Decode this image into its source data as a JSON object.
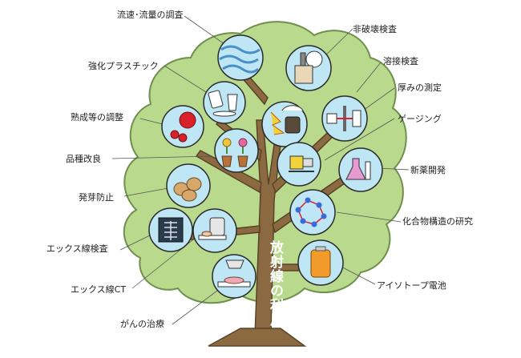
{
  "trunk_title": "放射線の利用",
  "labels": {
    "flow_survey": "流速･流量の調査",
    "reinforced_plastic": "強化プラスチック",
    "ripening_control": "熟成等の調整",
    "variety_improvement": "品種改良",
    "sprout_prevention": "発芽防止",
    "xray_inspection": "エックス線検査",
    "xray_ct": "エックス線CT",
    "cancer_treatment": "がんの治療",
    "nondestructive_inspection": "非破壊検査",
    "weld_inspection": "溶接検査",
    "thickness_measurement": "厚みの測定",
    "gauging": "ゲージング",
    "new_drug_development": "新薬開発",
    "compound_structure_research": "化合物構造の研究",
    "isotope_battery": "アイソトープ電池"
  },
  "colors": {
    "foliage": "#b9d98c",
    "foliage_outline": "#6f8f4f",
    "trunk": "#8b6a42",
    "trunk_outline": "#5a4228",
    "bubble": "#bfe6f5",
    "bubble_outline": "#2a2a2a"
  }
}
